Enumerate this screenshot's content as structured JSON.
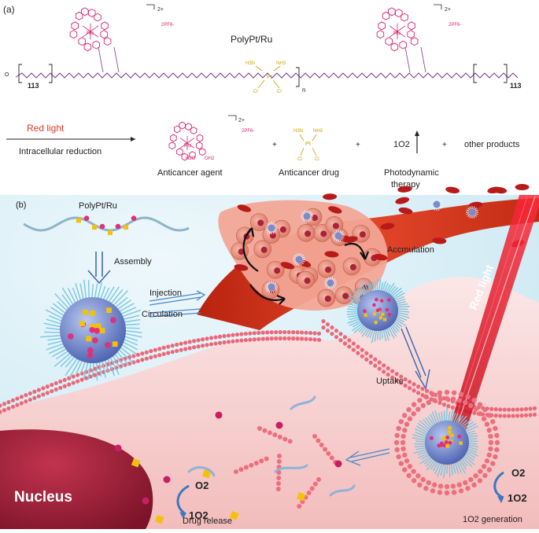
{
  "panel_a": {
    "label": "(a)",
    "polymer_name": "PolyPt/Ru",
    "charge_left": "2+",
    "charge_right": "2+",
    "counterion_left": "2PF6-",
    "counterion_right": "2PF6-",
    "ru_label": "Ru",
    "peg_repeat_left": "113",
    "peg_repeat_right": "113",
    "repeat_n": "n",
    "pt_center": "Pt",
    "pt_nh3_left": "H3N",
    "pt_nh3_right": "NH3",
    "pt_cl": "Cl",
    "trigger_light": "Red light",
    "trigger_reduction": "Intracellular reduction",
    "product_charge": "2+",
    "product_counterion": "2PF6-",
    "product_h2o": "H2O",
    "product_oh2": "OH2",
    "plus": "+",
    "singlet_oxygen": "1O2",
    "product_other": "other products",
    "caption_agent": "Anticancer agent",
    "caption_drug": "Anticancer drug",
    "caption_pdt_line1": "Photodynamic",
    "caption_pdt_line2": "therapy"
  },
  "panel_b": {
    "label": "(b)",
    "polymer_name": "PolyPt/Ru",
    "step_assembly": "Assembly",
    "step_injection": "Injection",
    "step_circulation": "Circulation",
    "step_accumulation": "Accmulation",
    "step_uptake": "Uptake",
    "red_light": "Red light",
    "nucleus": "Nucleus",
    "o2_left": "O2",
    "singlet_o2_left": "1O2",
    "drug_release": "Drug release",
    "o2_right": "O2",
    "singlet_o2_right": "1O2",
    "generation": "1O2  generation"
  },
  "colors": {
    "ru_complex": "#d6246e",
    "pt_complex": "#c9a100",
    "vessel": "#d8361e",
    "cytoplasm": "#f7d3d3",
    "nucleus": "#9b1f3a",
    "membrane": "#e96a78",
    "red_light": "#e81e2e"
  }
}
